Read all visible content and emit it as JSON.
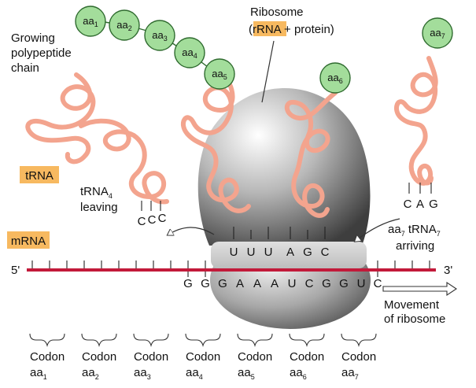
{
  "labels": {
    "growing": [
      "Growing",
      "polypeptide",
      "chain"
    ],
    "ribosome": {
      "line1": "Ribosome",
      "open": "(",
      "rrna": "rRNA",
      "rest": " + protein)"
    },
    "trna": "tRNA",
    "trna4_leaving": {
      "word": "tRNA",
      "sub": "4",
      "line2": "leaving"
    },
    "mrna": "mRNA",
    "five_prime": "5'",
    "three_prime": "3'",
    "arriving": {
      "aa": "aa",
      "aa_sub": "7",
      "trna": " tRNA",
      "trna_sub": "7",
      "line2": "arriving"
    },
    "movement": [
      "Movement",
      "of ribosome"
    ]
  },
  "amino_acids": [
    {
      "name": "aa",
      "sub": "1"
    },
    {
      "name": "aa",
      "sub": "2"
    },
    {
      "name": "aa",
      "sub": "3"
    },
    {
      "name": "aa",
      "sub": "4"
    },
    {
      "name": "aa",
      "sub": "5"
    },
    {
      "name": "aa",
      "sub": "6"
    },
    {
      "name": "aa",
      "sub": "7"
    }
  ],
  "anticodons": {
    "leaving": [
      "C",
      "C",
      "C"
    ],
    "in_ribosome": [
      "U",
      "U",
      "U",
      "A",
      "G",
      "C"
    ],
    "arriving": [
      "C",
      "A",
      "G"
    ]
  },
  "mrna_bases": [
    "G",
    "G",
    "G",
    "A",
    "A",
    "A",
    "U",
    "C",
    "G",
    "G",
    "U",
    "C"
  ],
  "codons": [
    {
      "word": "Codon",
      "aa": "aa",
      "sub": "1"
    },
    {
      "word": "Codon",
      "aa": "aa",
      "sub": "2"
    },
    {
      "word": "Codon",
      "aa": "aa",
      "sub": "3"
    },
    {
      "word": "Codon",
      "aa": "aa",
      "sub": "4"
    },
    {
      "word": "Codon",
      "aa": "aa",
      "sub": "5"
    },
    {
      "word": "Codon",
      "aa": "aa",
      "sub": "6"
    },
    {
      "word": "Codon",
      "aa": "aa",
      "sub": "7"
    }
  ],
  "colors": {
    "mrna_strand": "#c21a3a",
    "trna": "#f3a48e",
    "amino_acid": "#a3dd9b",
    "label_highlight": "#f7b960",
    "ribosome": "#9a9a9a"
  }
}
